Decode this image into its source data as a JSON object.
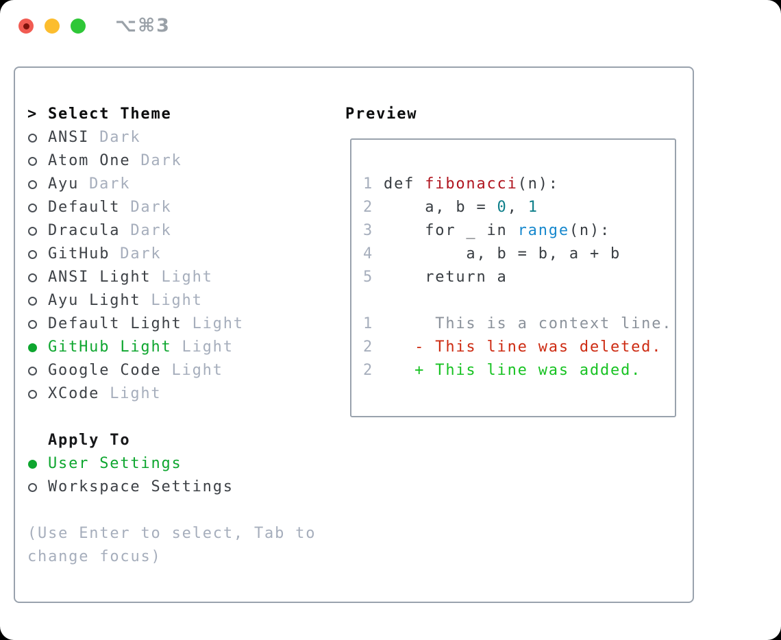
{
  "window": {
    "title": "⌥⌘3",
    "traffic_lights": {
      "close": "close",
      "minimize": "minimize",
      "zoom": "zoom"
    }
  },
  "theme_picker": {
    "heading_marker": ">",
    "heading": "Select Theme",
    "items": [
      {
        "name": "ANSI",
        "variant": "Dark",
        "selected": false
      },
      {
        "name": "Atom One",
        "variant": "Dark",
        "selected": false
      },
      {
        "name": "Ayu",
        "variant": "Dark",
        "selected": false
      },
      {
        "name": "Default",
        "variant": "Dark",
        "selected": false
      },
      {
        "name": "Dracula",
        "variant": "Dark",
        "selected": false
      },
      {
        "name": "GitHub",
        "variant": "Dark",
        "selected": false
      },
      {
        "name": "ANSI Light",
        "variant": "Light",
        "selected": false
      },
      {
        "name": "Ayu Light",
        "variant": "Light",
        "selected": false
      },
      {
        "name": "Default Light",
        "variant": "Light",
        "selected": false
      },
      {
        "name": "GitHub Light",
        "variant": "Light",
        "selected": true
      },
      {
        "name": "Google Code",
        "variant": "Light",
        "selected": false
      },
      {
        "name": "XCode",
        "variant": "Light",
        "selected": false
      }
    ]
  },
  "apply_to": {
    "heading": "Apply To",
    "options": [
      {
        "label": "User Settings",
        "selected": true
      },
      {
        "label": "Workspace Settings",
        "selected": false
      }
    ]
  },
  "hint": {
    "line1": "(Use Enter to select, Tab to",
    "line2": "change focus)"
  },
  "preview": {
    "heading": "Preview",
    "code_lines": [
      {
        "num": "1",
        "segments": [
          {
            "t": "def ",
            "c": "code"
          },
          {
            "t": "fibonacci",
            "c": "func"
          },
          {
            "t": "(n):",
            "c": "code"
          }
        ]
      },
      {
        "num": "2",
        "segments": [
          {
            "t": "    a, b = ",
            "c": "code"
          },
          {
            "t": "0",
            "c": "num"
          },
          {
            "t": ", ",
            "c": "code"
          },
          {
            "t": "1",
            "c": "num"
          }
        ]
      },
      {
        "num": "3",
        "segments": [
          {
            "t": "    for _ in ",
            "c": "code"
          },
          {
            "t": "range",
            "c": "builtin"
          },
          {
            "t": "(n):",
            "c": "code"
          }
        ]
      },
      {
        "num": "4",
        "segments": [
          {
            "t": "        a, b = b, a + b",
            "c": "code"
          }
        ]
      },
      {
        "num": "5",
        "segments": [
          {
            "t": "    return a",
            "c": "code"
          }
        ]
      }
    ],
    "diff_lines": [
      {
        "num": "1",
        "text": "     This is a context line.",
        "type": "context"
      },
      {
        "num": "2",
        "text": "   - This line was deleted.",
        "type": "deleted"
      },
      {
        "num": "2",
        "text": "   + This line was added.",
        "type": "added"
      }
    ]
  },
  "colors": {
    "selection_green": "#0ea62f",
    "diff_added_green": "#17c222",
    "diff_deleted_red": "#cd2b12",
    "function_red": "#b01620",
    "number_teal": "#0e7f8a",
    "builtin_blue": "#1788cd",
    "muted_gray": "#a6aebc",
    "border_gray": "#99a2ad",
    "traffic_red": "#f15b52",
    "traffic_yellow": "#fcbd2e",
    "traffic_green": "#2ec737"
  }
}
